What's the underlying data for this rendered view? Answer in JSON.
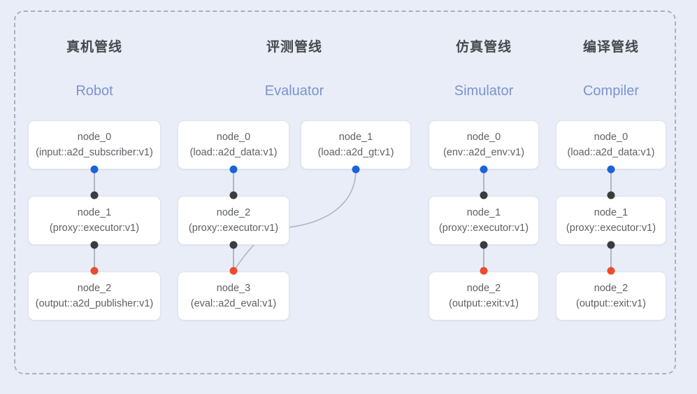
{
  "diagram": {
    "background_color": "#e9edf8",
    "frame_border_color": "#aab0bd",
    "port_colors": {
      "input": "#1a64d8",
      "middle": "#3c3c3c",
      "output": "#ec4b2e"
    },
    "edge_color": "#aeb5c4"
  },
  "columns": [
    {
      "title": "真机管线",
      "subtitle": "Robot",
      "nodes": [
        {
          "name": "node_0",
          "type": "(input::a2d_subscriber:v1)"
        },
        {
          "name": "node_1",
          "type": "(proxy::executor:v1)"
        },
        {
          "name": "node_2",
          "type": "(output::a2d_publisher:v1)"
        }
      ]
    },
    {
      "title": "评测管线",
      "subtitle": "Evaluator",
      "nodes": [
        {
          "name": "node_0",
          "type": "(load::a2d_data:v1)"
        },
        {
          "name": "node_1",
          "type": "(load::a2d_gt:v1)"
        },
        {
          "name": "node_2",
          "type": "(proxy::executor:v1)"
        },
        {
          "name": "node_3",
          "type": "(eval::a2d_eval:v1)"
        }
      ]
    },
    {
      "title": "仿真管线",
      "subtitle": "Simulator",
      "nodes": [
        {
          "name": "node_0",
          "type": "(env::a2d_env:v1)"
        },
        {
          "name": "node_1",
          "type": "(proxy::executor:v1)"
        },
        {
          "name": "node_2",
          "type": "(output::exit:v1)"
        }
      ]
    },
    {
      "title": "编译管线",
      "subtitle": "Compiler",
      "nodes": [
        {
          "name": "node_0",
          "type": "(load::a2d_data:v1)"
        },
        {
          "name": "node_1",
          "type": "(proxy::executor:v1)"
        },
        {
          "name": "node_2",
          "type": "(output::exit:v1)"
        }
      ]
    }
  ]
}
